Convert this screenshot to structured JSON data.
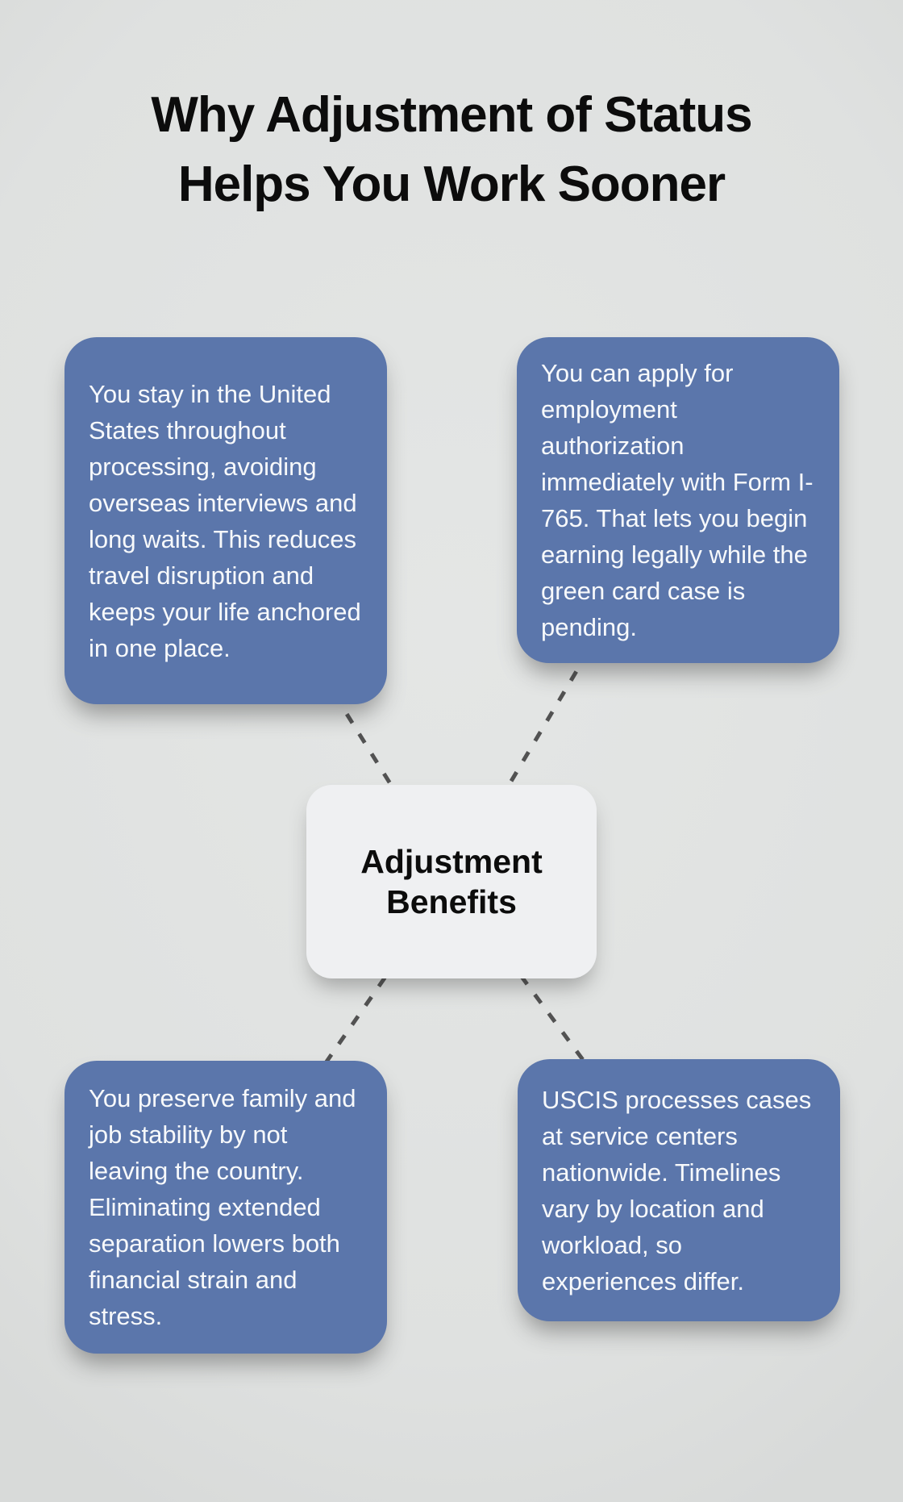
{
  "title": {
    "lines": [
      "Why Adjustment of Status",
      "Helps You Work Sooner"
    ]
  },
  "center_node": {
    "label": "Adjustment Benefits"
  },
  "cards": [
    {
      "position": "top-left",
      "text": "You stay in the United States throughout processing, avoiding overseas interviews and long waits. This reduces travel disruption and keeps your life anchored in one place."
    },
    {
      "position": "top-right",
      "text": "You can apply for employment authorization immediately with Form I-765. That lets you begin earning legally while the green card case is pending."
    },
    {
      "position": "bottom-left",
      "text": "You preserve family and job stability by not leaving the country. Eliminating extended separation lowers both financial strain and stress."
    },
    {
      "position": "bottom-right",
      "text": "USCIS processes cases at service centers nationwide. Timelines vary by location and workload, so experiences differ."
    }
  ],
  "colors": {
    "background": "#dfe1e0",
    "card_blue": "#5b76ab",
    "card_text": "#f7f9fb",
    "center_card": "#eff0f2",
    "ink": "#0c0c0c",
    "connector": "#525252"
  }
}
